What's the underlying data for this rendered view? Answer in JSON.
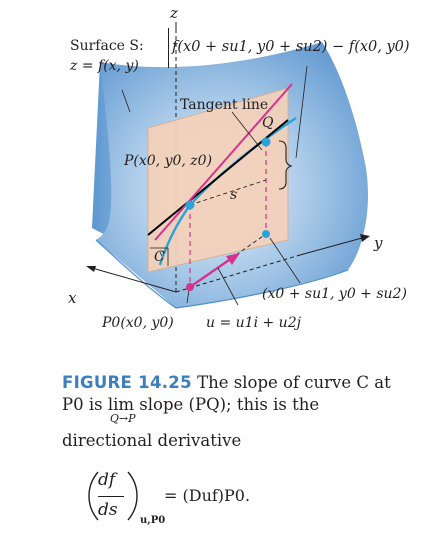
{
  "figure": {
    "axis_z": "z",
    "axis_x": "x",
    "axis_y": "y",
    "surface_label_line1": "Surface S:",
    "surface_label_line2": "z = f(x, y)",
    "difference_label": "f(x0 + su1, y0 + su2) − f(x0, y0)",
    "tangent_line_label": "Tangent line",
    "point_q_label": "Q",
    "point_p_label": "P(x0, y0, z0)",
    "s_label": "s",
    "curve_c_label": "C",
    "base_point_label": "P0(x0, y0)",
    "direction_vector_label": "u = u1i + u2j",
    "displaced_point_label": "(x0 + su1, y0 + su2)"
  },
  "caption": {
    "figure_number": "FIGURE 14.25",
    "text_line1": "The slope of curve C at",
    "text_line2_prefix": "P0 is",
    "lim_word": "lim",
    "lim_subscript": "Q→P",
    "text_line2_suffix": "slope (PQ); this is the",
    "text_line3": "directional derivative"
  },
  "equation": {
    "numerator": "df",
    "denominator": "ds",
    "subscript": "u,P0",
    "rhs": "= (Duf)P0."
  },
  "colors": {
    "surface_blue": "#5b96cf",
    "plane_tan": "#f3d1b9",
    "tangent_line_black": "#000000",
    "secant_magenta": "#d6338f",
    "curve_cyan": "#2aa3d8",
    "caption_blue": "#3c7fbf"
  }
}
